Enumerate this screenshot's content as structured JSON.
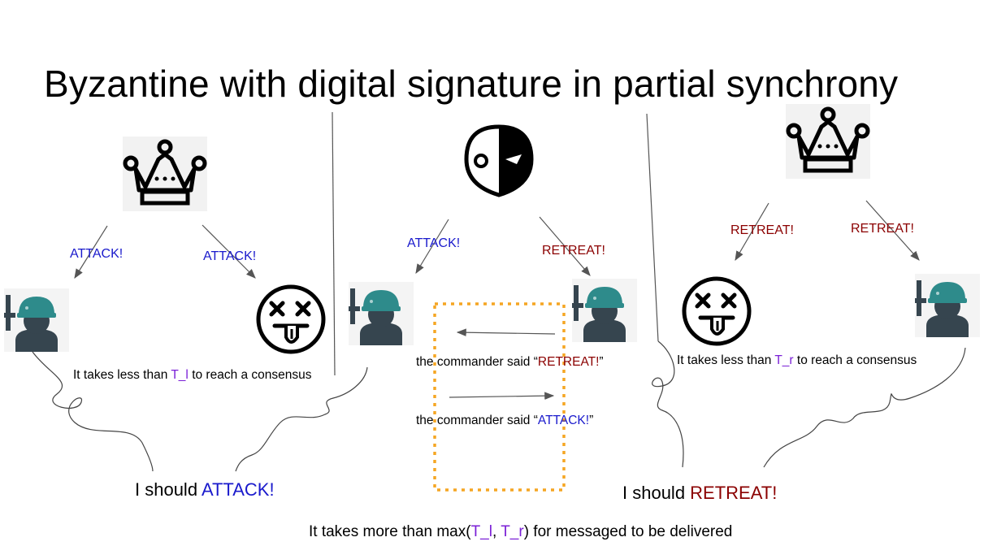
{
  "title": "Byzantine with digital signature in partial synchrony",
  "left": {
    "msg_left": "ATTACK!",
    "msg_right": "ATTACK!",
    "consensus_prefix": "It takes less than ",
    "consensus_var": "T_l",
    "consensus_suffix": " to reach a consensus",
    "decision_prefix": "I should ",
    "decision_word": "ATTACK!"
  },
  "middle": {
    "msg_left": "ATTACK!",
    "msg_right": "RETREAT!",
    "relay1_prefix": "the commander said “",
    "relay1_word": "RETREAT!",
    "relay1_suffix": "”",
    "relay2_prefix": "the commander said “",
    "relay2_word": "ATTACK!",
    "relay2_suffix": "”"
  },
  "right": {
    "msg_left": "RETREAT!",
    "msg_right": "RETREAT!",
    "consensus_prefix": "It takes less than ",
    "consensus_var": "T_r",
    "consensus_suffix": " to reach a consensus",
    "decision_prefix": "I should ",
    "decision_word": "RETREAT!"
  },
  "footer": {
    "prefix": "It takes more than max(",
    "var1": "T_l",
    "sep": ", ",
    "var2": "T_r",
    "suffix": ") for messaged to be delivered"
  },
  "colors": {
    "attack": "#1a1acc",
    "retreat": "#8b0000",
    "variable": "#7a1fd6",
    "soldier_helmet": "#2e8b8b",
    "soldier_body": "#36454f",
    "dotted_box": "#f5a623"
  },
  "icons": [
    "crown-icon",
    "traitor-mask-icon",
    "soldier-icon",
    "dizzy-face-icon"
  ]
}
